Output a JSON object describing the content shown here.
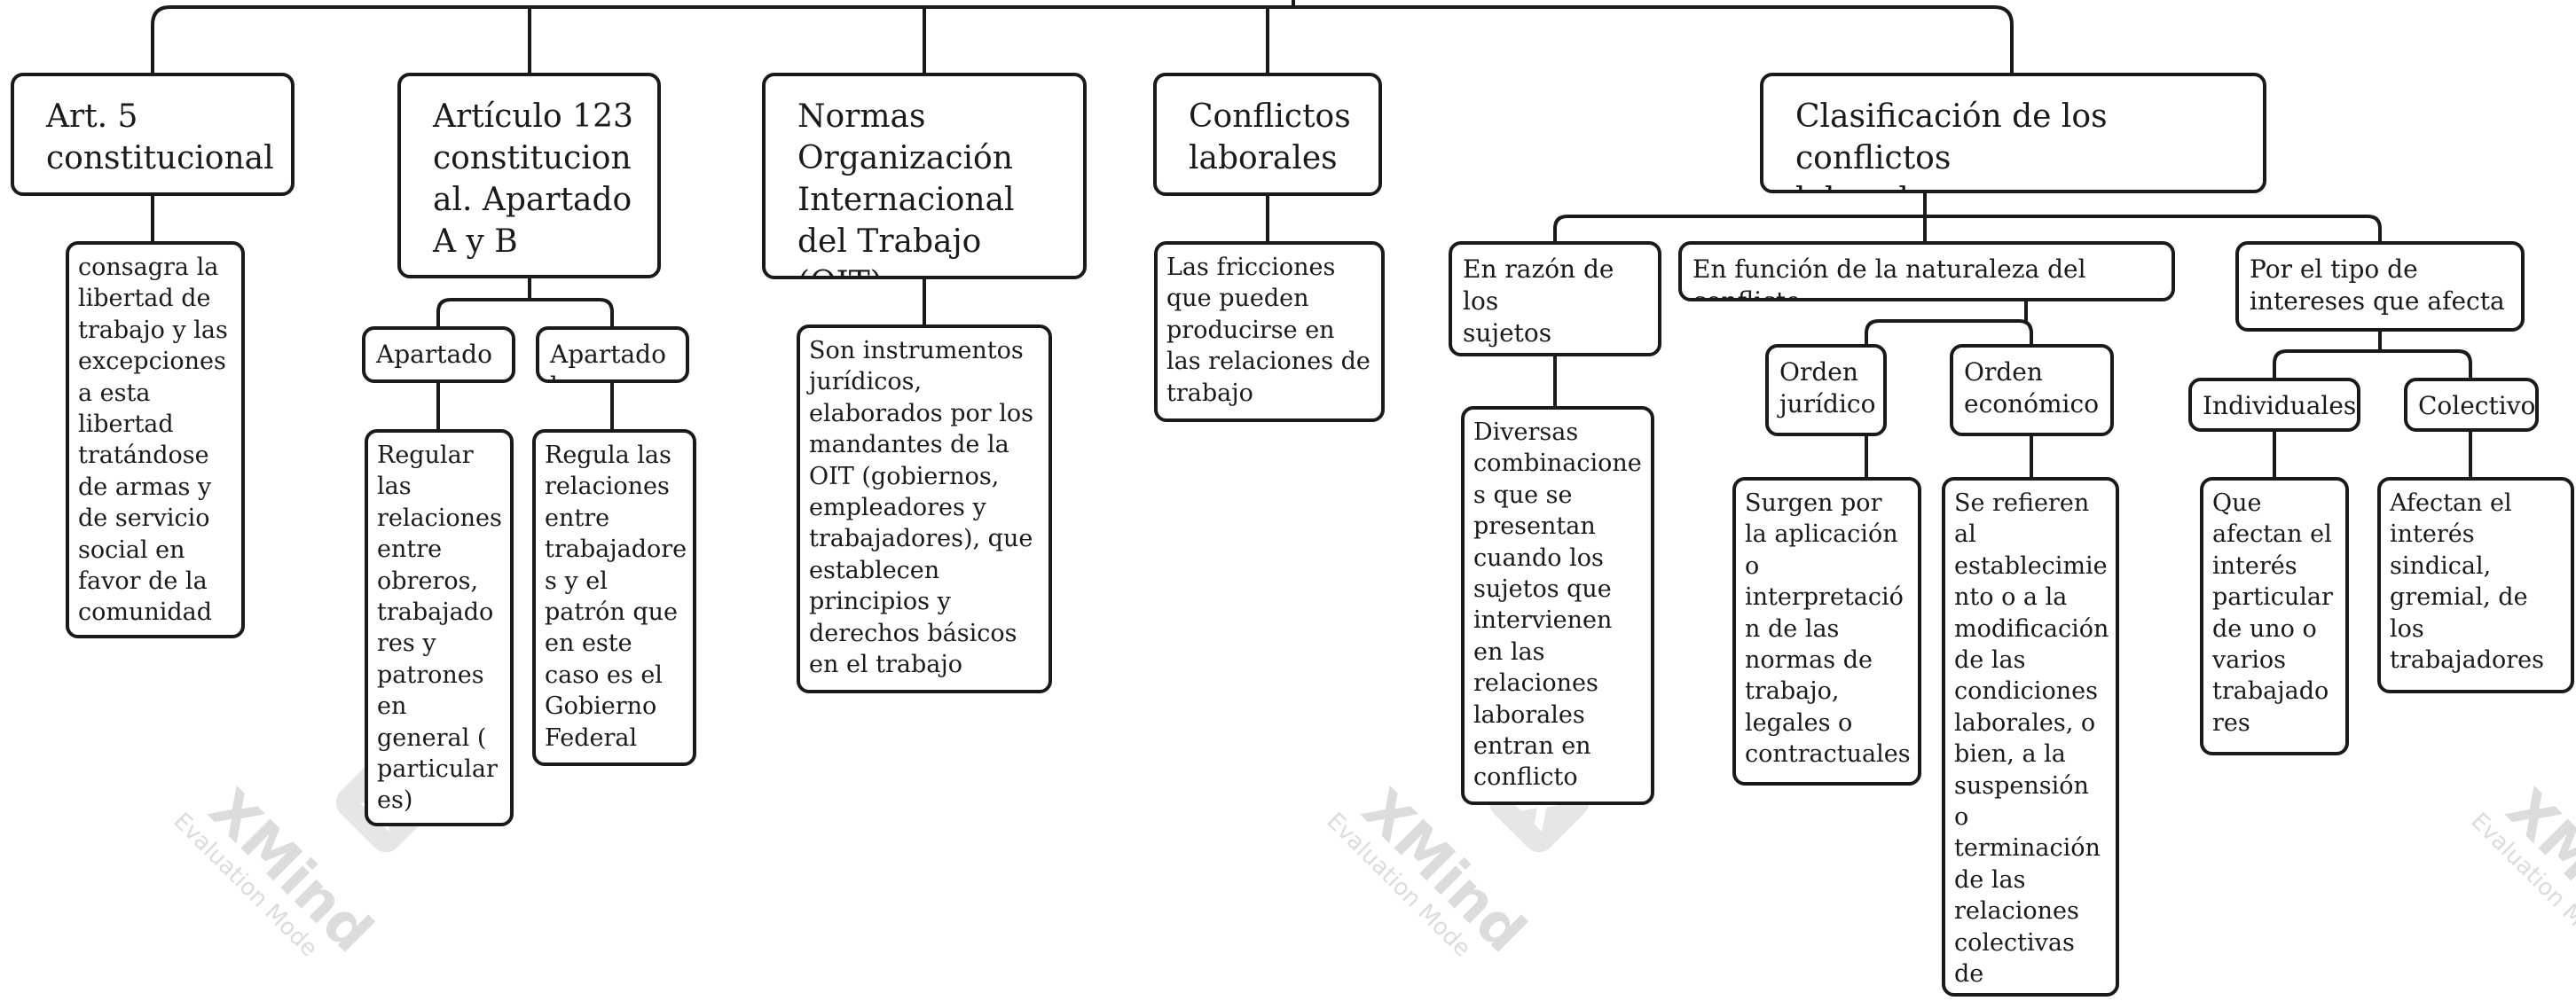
{
  "watermark": {
    "brand": "XMind",
    "mode": "Evaluation Mode"
  },
  "nodes": {
    "art5": "Art. 5\nconstitucional",
    "art5_desc": "consagra la\nlibertad de\ntrabajo y las\nexcepciones\na esta\nlibertad\ntratándose\nde armas y\nde servicio\nsocial en\nfavor de la\ncomunidad",
    "art123": "Artículo 123\nconstitucion\nal. Apartado\nA y B",
    "apartado_a": "Apartado a",
    "apartado_a_desc": " Regular\nlas\nrelaciones\n entre\nobreros,\ntrabajado\nres y\npatrones\nen\ngeneral (\nparticular\nes)",
    "apartado_b": "Apartado b",
    "apartado_b_desc": "Regula las\nrelaciones\nentre\ntrabajadore\ns y el\npatrón que\nen este\ncaso es el\nGobierno\nFederal",
    "oit": "Normas\nOrganización\nInternacional\ndel Trabajo (OIT)",
    "oit_desc": "Son instrumentos\njurídicos,\nelaborados por los\nmandantes de la\nOIT (gobiernos,\nempleadores y\ntrabajadores), que\nestablecen\nprincipios y\nderechos básicos\nen el trabajo",
    "conflictos": "Conflictos\nlaborales",
    "conflictos_desc": "Las fricciones\nque pueden\nproducirse en\nlas relaciones de\ntrabajo",
    "clasificacion": "Clasificación de los conflictos\nlaborales",
    "razon_sujetos": "En razón de los\nsujetos\ninvolucrados",
    "razon_sujetos_desc": "Diversas\ncombinacione\ns que se\npresentan\ncuando los\nsujetos que\nintervienen\nen las\nrelaciones\nlaborales\nentran en\nconflicto",
    "naturaleza": "En función de la naturaleza del conflicto",
    "orden_juridico": "Orden\njurídico",
    "orden_juridico_desc": "Surgen por\nla aplicación\no\ninterpretació\nn de las\nnormas de\ntrabajo,\nlegales o\ncontractuales",
    "orden_economico": "Orden\neconómico",
    "orden_economico_desc": "Se refieren\nal\nestablecimie\nnto o a la\nmodificación\n de las\ncondiciones\nlaborales, o\nbien, a la\nsuspensión\no\nterminación\nde las\nrelaciones\ncolectivas de\ntrabajo",
    "tipo_intereses": "Por el tipo de\nintereses que afecta",
    "individuales": "Individuales",
    "individuales_desc": "Que\nafectan el\ninterés\nparticular\n de uno o\nvarios\ntrabajado\nres",
    "colectivos": "Colectivos",
    "colectivos_desc": "Afectan el\ninterés\nsindical,\ngremial, de\nlos\ntrabajadores"
  }
}
